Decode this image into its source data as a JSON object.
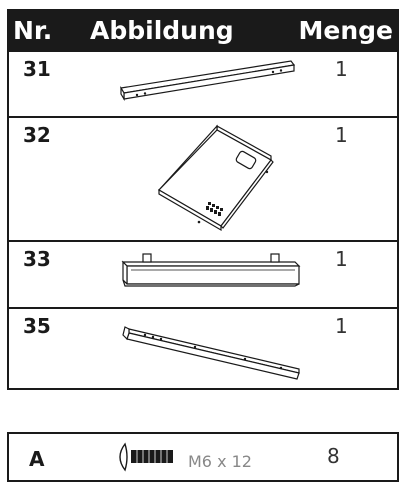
{
  "header": {
    "nr": "Nr.",
    "abbildung": "Abbildung",
    "menge": "Menge"
  },
  "parts": [
    {
      "nr": "31",
      "qty": "1",
      "icon": "bar-part-icon"
    },
    {
      "nr": "32",
      "qty": "1",
      "icon": "tray-part-icon"
    },
    {
      "nr": "33",
      "qty": "1",
      "icon": "channel-bar-part-icon"
    },
    {
      "nr": "35",
      "qty": "1",
      "icon": "rail-part-icon"
    }
  ],
  "hardware": {
    "nr": "A",
    "spec": "M6 x 12",
    "qty": "8",
    "icon": "screw-icon"
  }
}
